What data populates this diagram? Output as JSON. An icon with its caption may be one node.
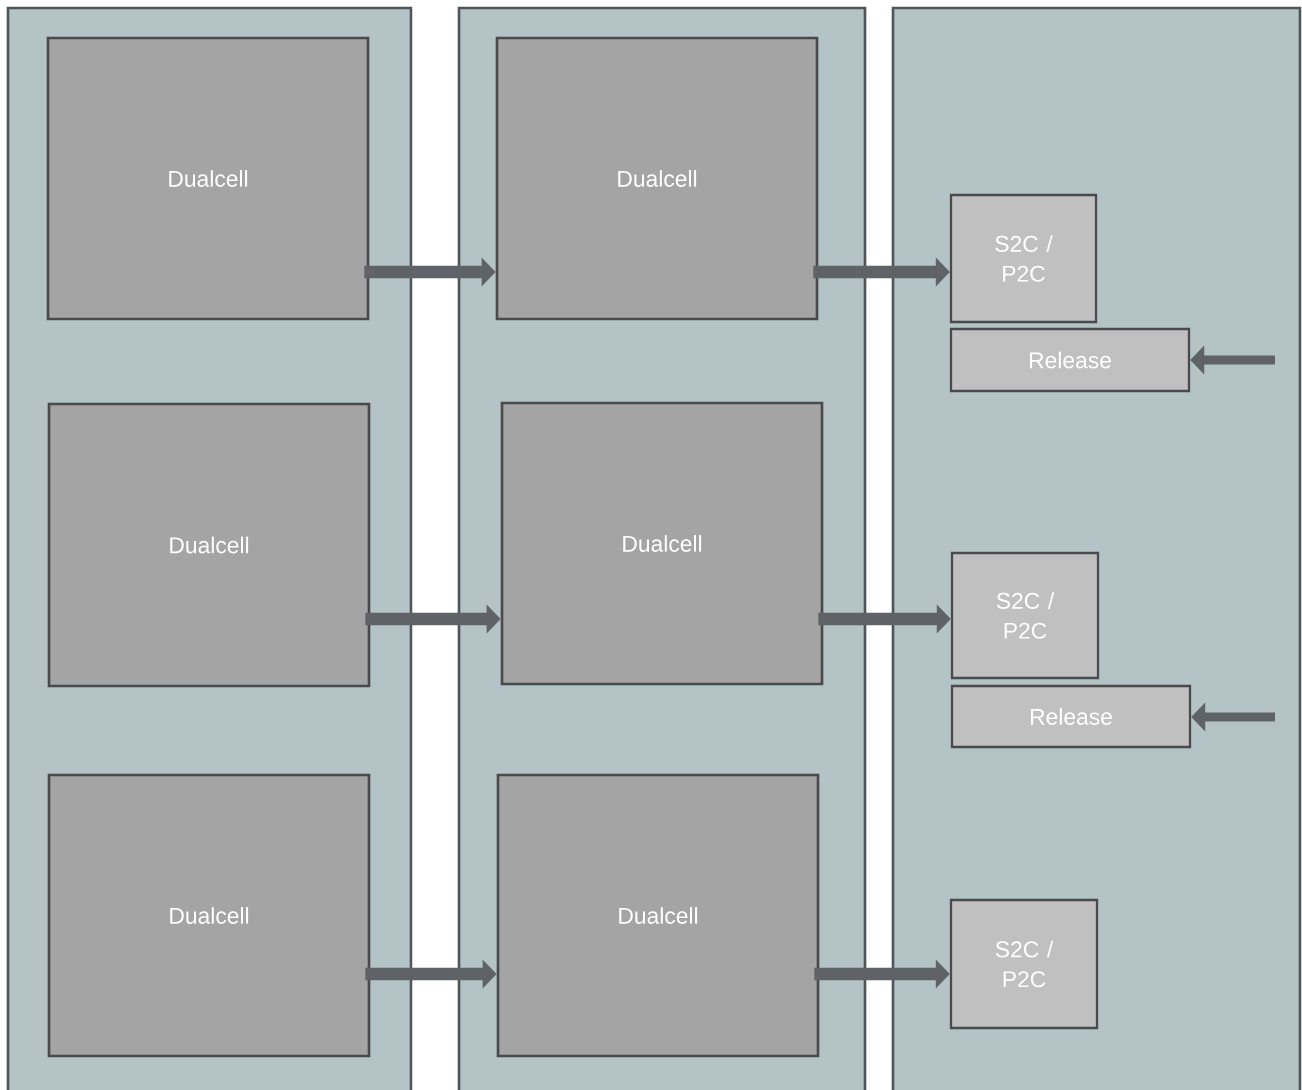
{
  "diagram": {
    "nodes": [
      {
        "text": [],
        "shape": "box"
      },
      {
        "text": [
          "Dualcell"
        ],
        "in": 0
      },
      {
        "text": [
          "Dualcell"
        ],
        "in": 0
      },
      {
        "text": [
          "Dualcell"
        ],
        "in": 0
      },
      {
        "text": [],
        "shape": "box"
      },
      {
        "text": [
          "Dualcell"
        ],
        "in": 4
      },
      {
        "text": [
          "Dualcell"
        ],
        "in": 4
      },
      {
        "text": [
          "Dualcell"
        ],
        "in": 4
      },
      {
        "text": [],
        "shape": "box"
      },
      {
        "text": [
          "S2C / P2C"
        ],
        "in": 8
      },
      {
        "text": [
          "Release"
        ],
        "in": 8
      },
      {
        "text": [
          "S2C / P2C"
        ],
        "in": 8
      },
      {
        "text": [
          "Release"
        ],
        "in": 8
      },
      {
        "text": [
          "S2C / P2C"
        ],
        "in": 8
      }
    ],
    "edges": [
      {
        "from": 1,
        "to": 5,
        "arrow": "to"
      },
      {
        "from": 2,
        "to": 6,
        "arrow": "to"
      },
      {
        "from": 3,
        "to": 7,
        "arrow": "to"
      },
      {
        "from": 5,
        "to": 9,
        "arrow": "to"
      },
      {
        "from": 6,
        "to": 11,
        "arrow": "to"
      },
      {
        "from": 7,
        "to": 13,
        "arrow": "to"
      },
      {
        "from": null,
        "to": 10,
        "arrow": "to"
      },
      {
        "from": null,
        "to": 12,
        "arrow": "to"
      }
    ]
  }
}
